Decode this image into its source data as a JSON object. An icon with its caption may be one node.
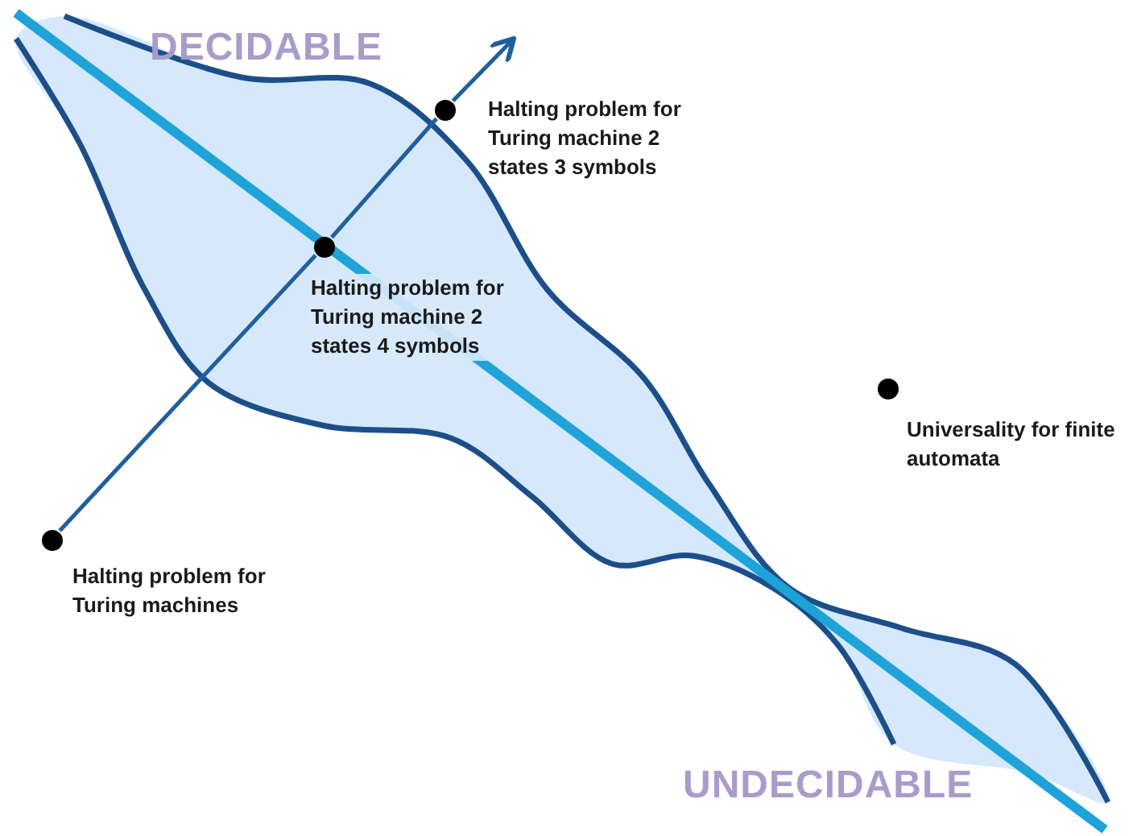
{
  "diagram": {
    "nodes": [
      {
        "text": [],
        "shape": "circle",
        "beside": [
          "Halting problem for Turing machines"
        ]
      },
      {
        "text": [],
        "shape": "circle",
        "beside": [
          "Halting problem for Turing machine 2 states 4 symbols"
        ]
      },
      {
        "text": [],
        "shape": "circle",
        "beside": [
          "Halting problem for Turing machine 2 states 3 symbols"
        ]
      },
      {
        "text": [],
        "shape": "circle",
        "beside": [
          "Universality for finite automata"
        ]
      }
    ],
    "edges": [
      {
        "from": 0,
        "to": 1,
        "arrow": "none"
      },
      {
        "from": 1,
        "to": 2,
        "arrow": "none"
      },
      {
        "from": 2,
        "to": null,
        "arrow": "to"
      }
    ],
    "labels": [
      "DECIDABLE",
      "UNDECIDABLE"
    ]
  }
}
